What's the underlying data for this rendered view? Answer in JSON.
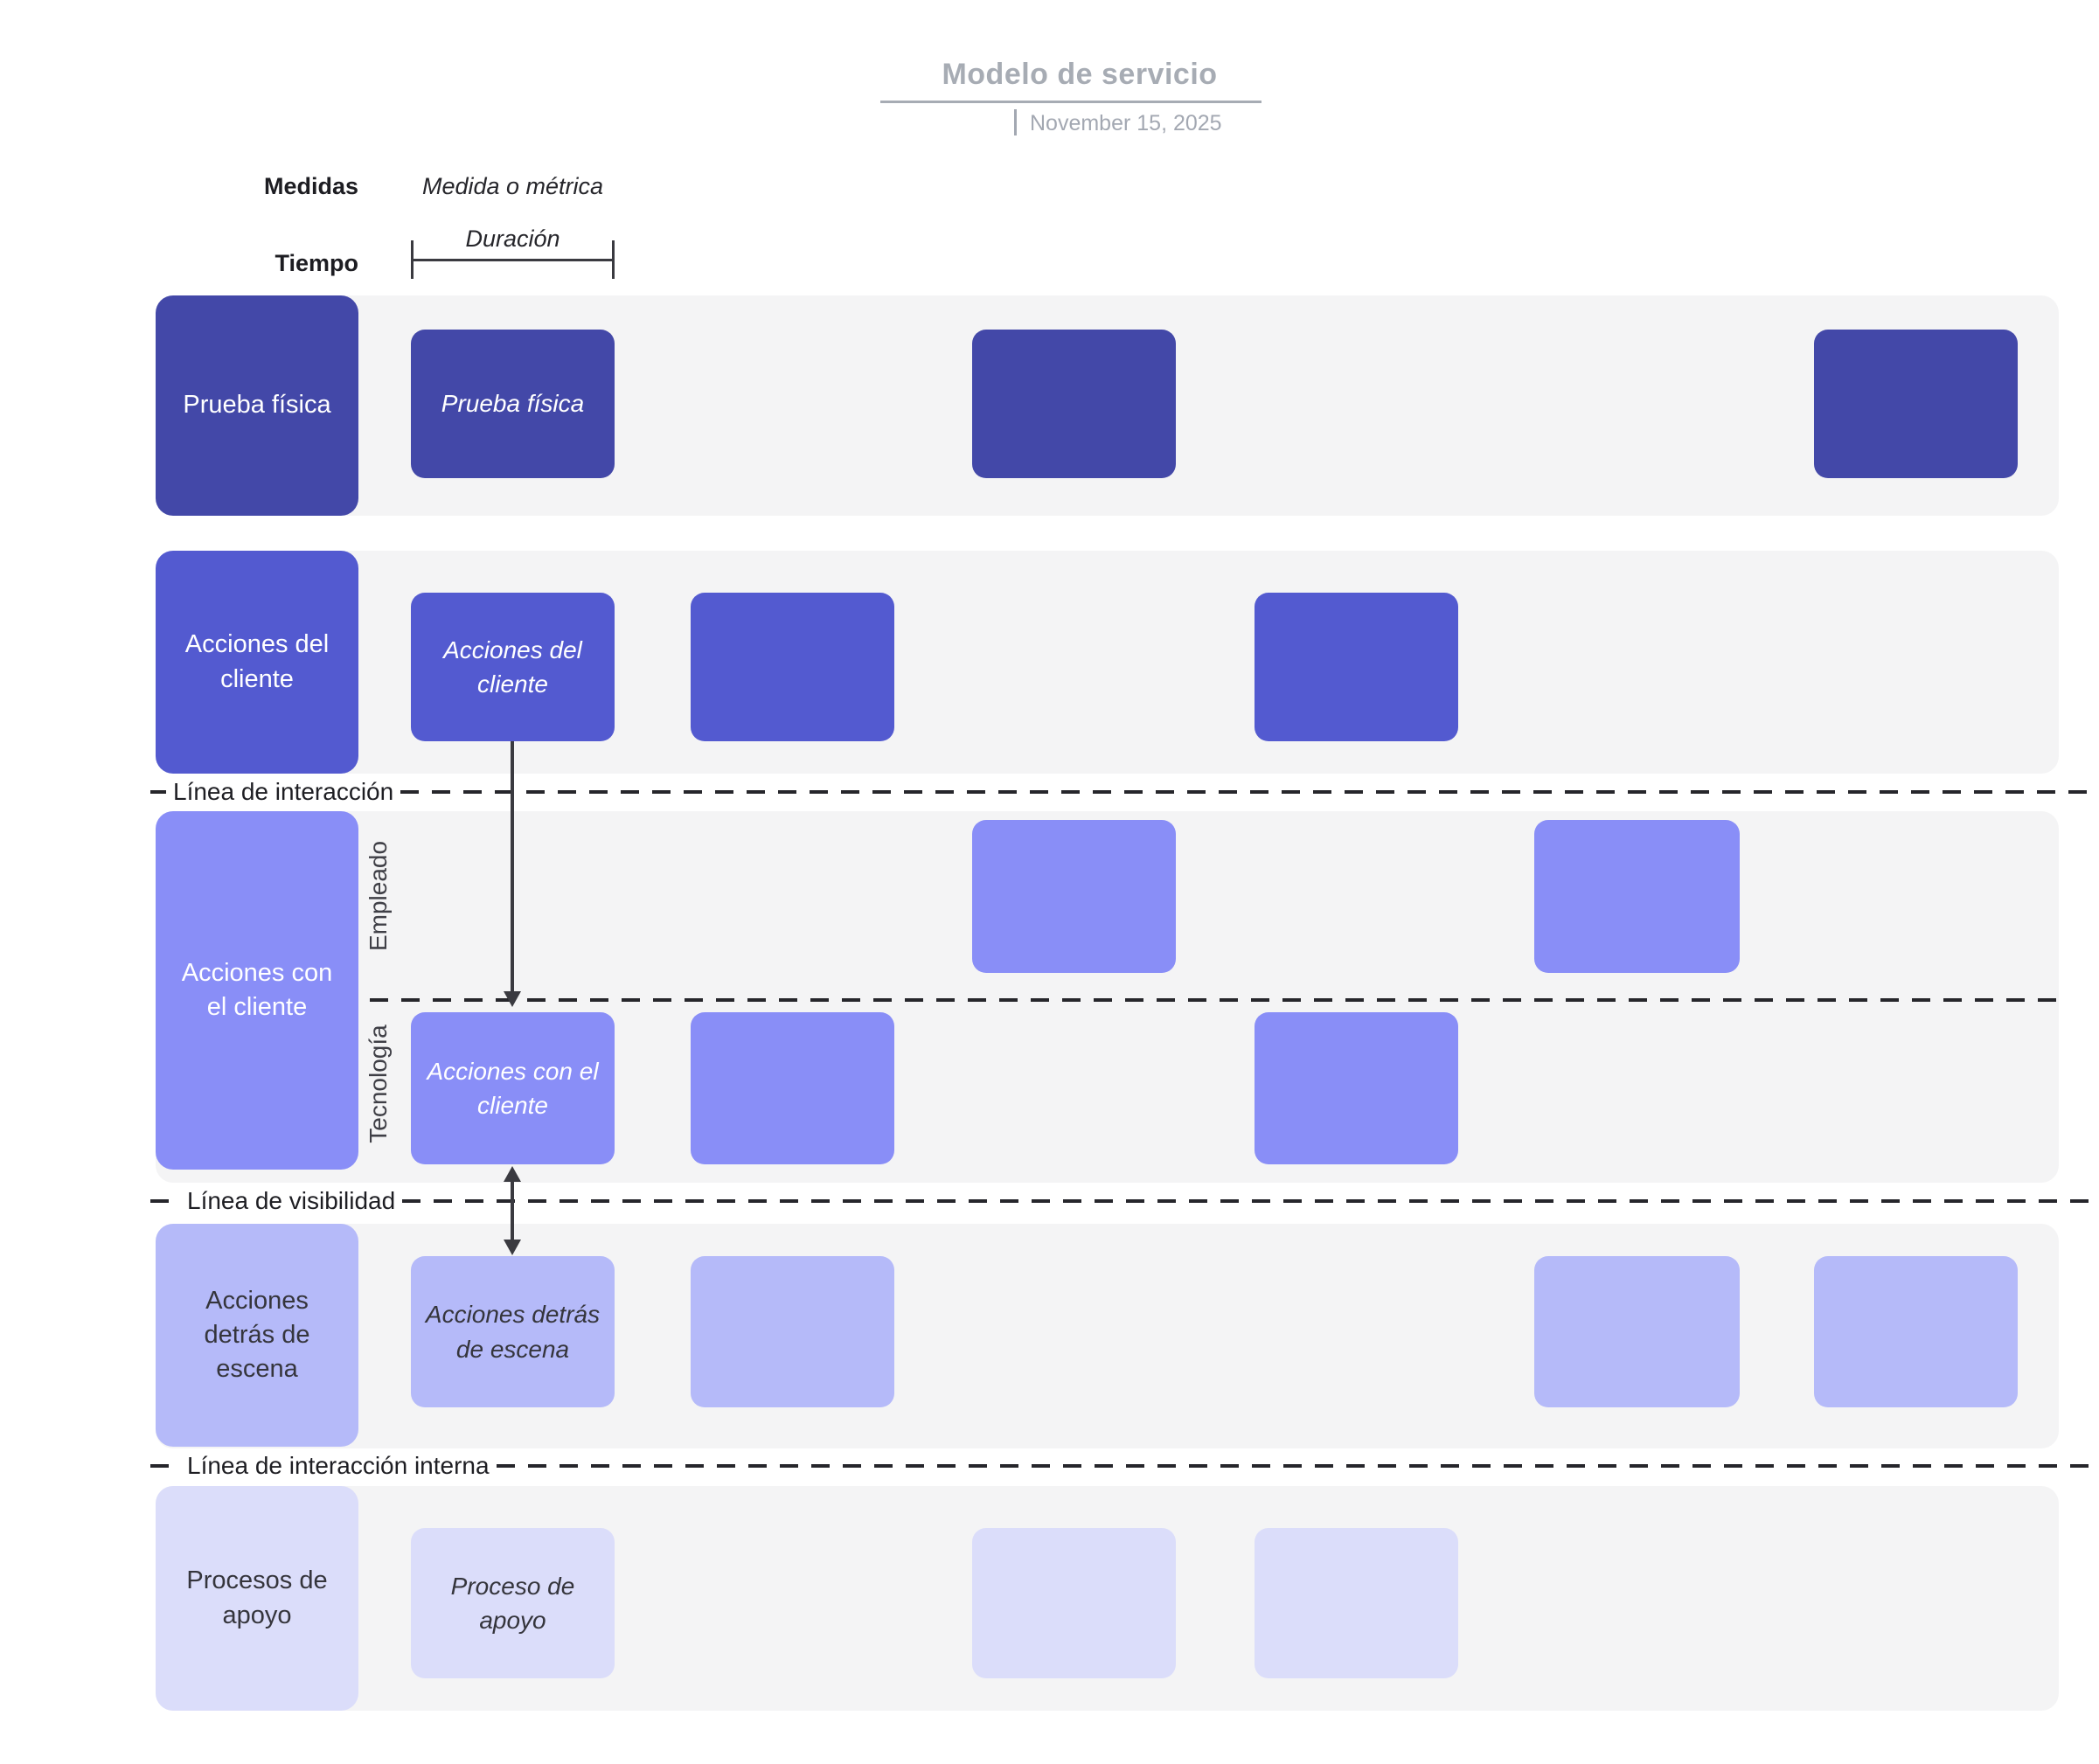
{
  "header": {
    "title": "Modelo de servicio",
    "date_separator": "|",
    "date": "November 15, 2025"
  },
  "measures": {
    "label": "Medidas",
    "value": "Medida o métrica"
  },
  "time": {
    "label": "Tiempo",
    "value": "Duración"
  },
  "lines": {
    "interaction": "Línea de interacción",
    "visibility": "Línea de visibilidad",
    "internal": "Línea de interacción interna"
  },
  "rows": [
    {
      "label": "Prueba física",
      "card_label": "Prueba física"
    },
    {
      "label": "Acciones del cliente",
      "card_label": "Acciones del cliente"
    },
    {
      "label": "Acciones con el cliente",
      "card_label": "Acciones con el cliente",
      "sublanes": [
        "Empleado",
        "Tecnología"
      ]
    },
    {
      "label": "Acciones detrás de escena",
      "card_label": "Acciones detrás de escena"
    },
    {
      "label": "Procesos de apoyo",
      "card_label": "Proceso de apoyo"
    }
  ],
  "colors": {
    "row1": "#4348A8",
    "row2": "#535AD0",
    "row3": "#898EF7",
    "row4": "#B5BAF9",
    "row5": "#DBDDFA",
    "band_bg": "#F4F4F5",
    "dash": "#26262B",
    "arrow": "#3A3A40",
    "text_dark": "#35353C",
    "title_gray": "#A7ACB4",
    "date_gray": "#A3A8B2"
  }
}
